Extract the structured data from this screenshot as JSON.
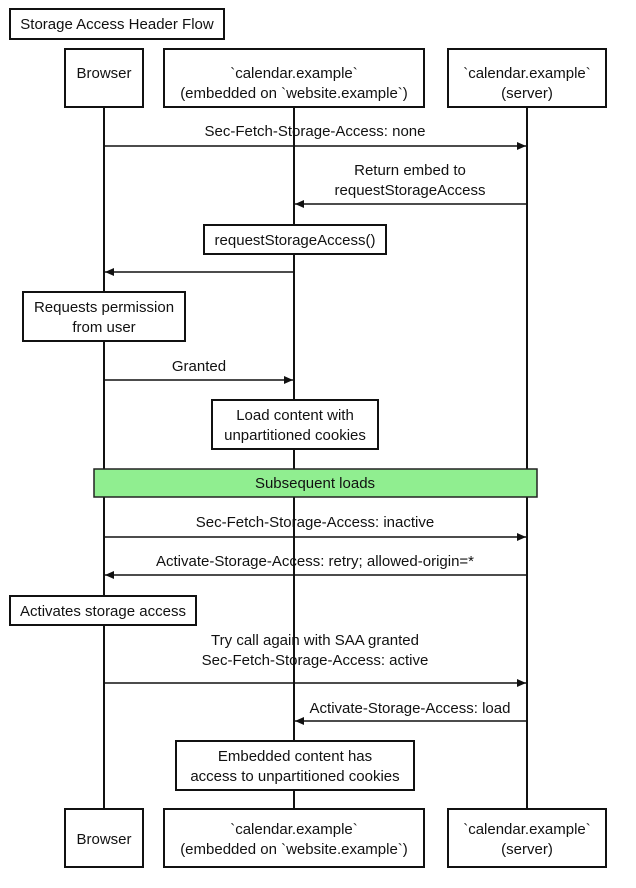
{
  "title": "Storage Access Header Flow",
  "participants": {
    "browser": [
      "Browser"
    ],
    "embed": [
      "`calendar.example`",
      "(embedded on `website.example`)"
    ],
    "server": [
      "`calendar.example`",
      "(server)"
    ]
  },
  "messages": {
    "m1": [
      "Sec-Fetch-Storage-Access: none"
    ],
    "m2": [
      "Return embed to",
      "requestStorageAccess"
    ],
    "m3": [],
    "m4": [
      "Granted"
    ],
    "m5": [
      "Sec-Fetch-Storage-Access: inactive"
    ],
    "m6": [
      "Activate-Storage-Access: retry; allowed-origin=*"
    ],
    "m7": [
      "Try call again with SAA granted",
      "Sec-Fetch-Storage-Access: active"
    ],
    "m8": [
      "Activate-Storage-Access: load"
    ]
  },
  "notes": {
    "n1": [
      "requestStorageAccess()"
    ],
    "n2": [
      "Requests permission",
      "from user"
    ],
    "n3": [
      "Load content with",
      "unpartitioned cookies"
    ],
    "n4": [
      "Activates storage access"
    ],
    "n5": [
      "Embedded content has",
      "access to unpartitioned cookies"
    ]
  },
  "section": {
    "label": "Subsequent loads",
    "color": "#90ee90"
  }
}
